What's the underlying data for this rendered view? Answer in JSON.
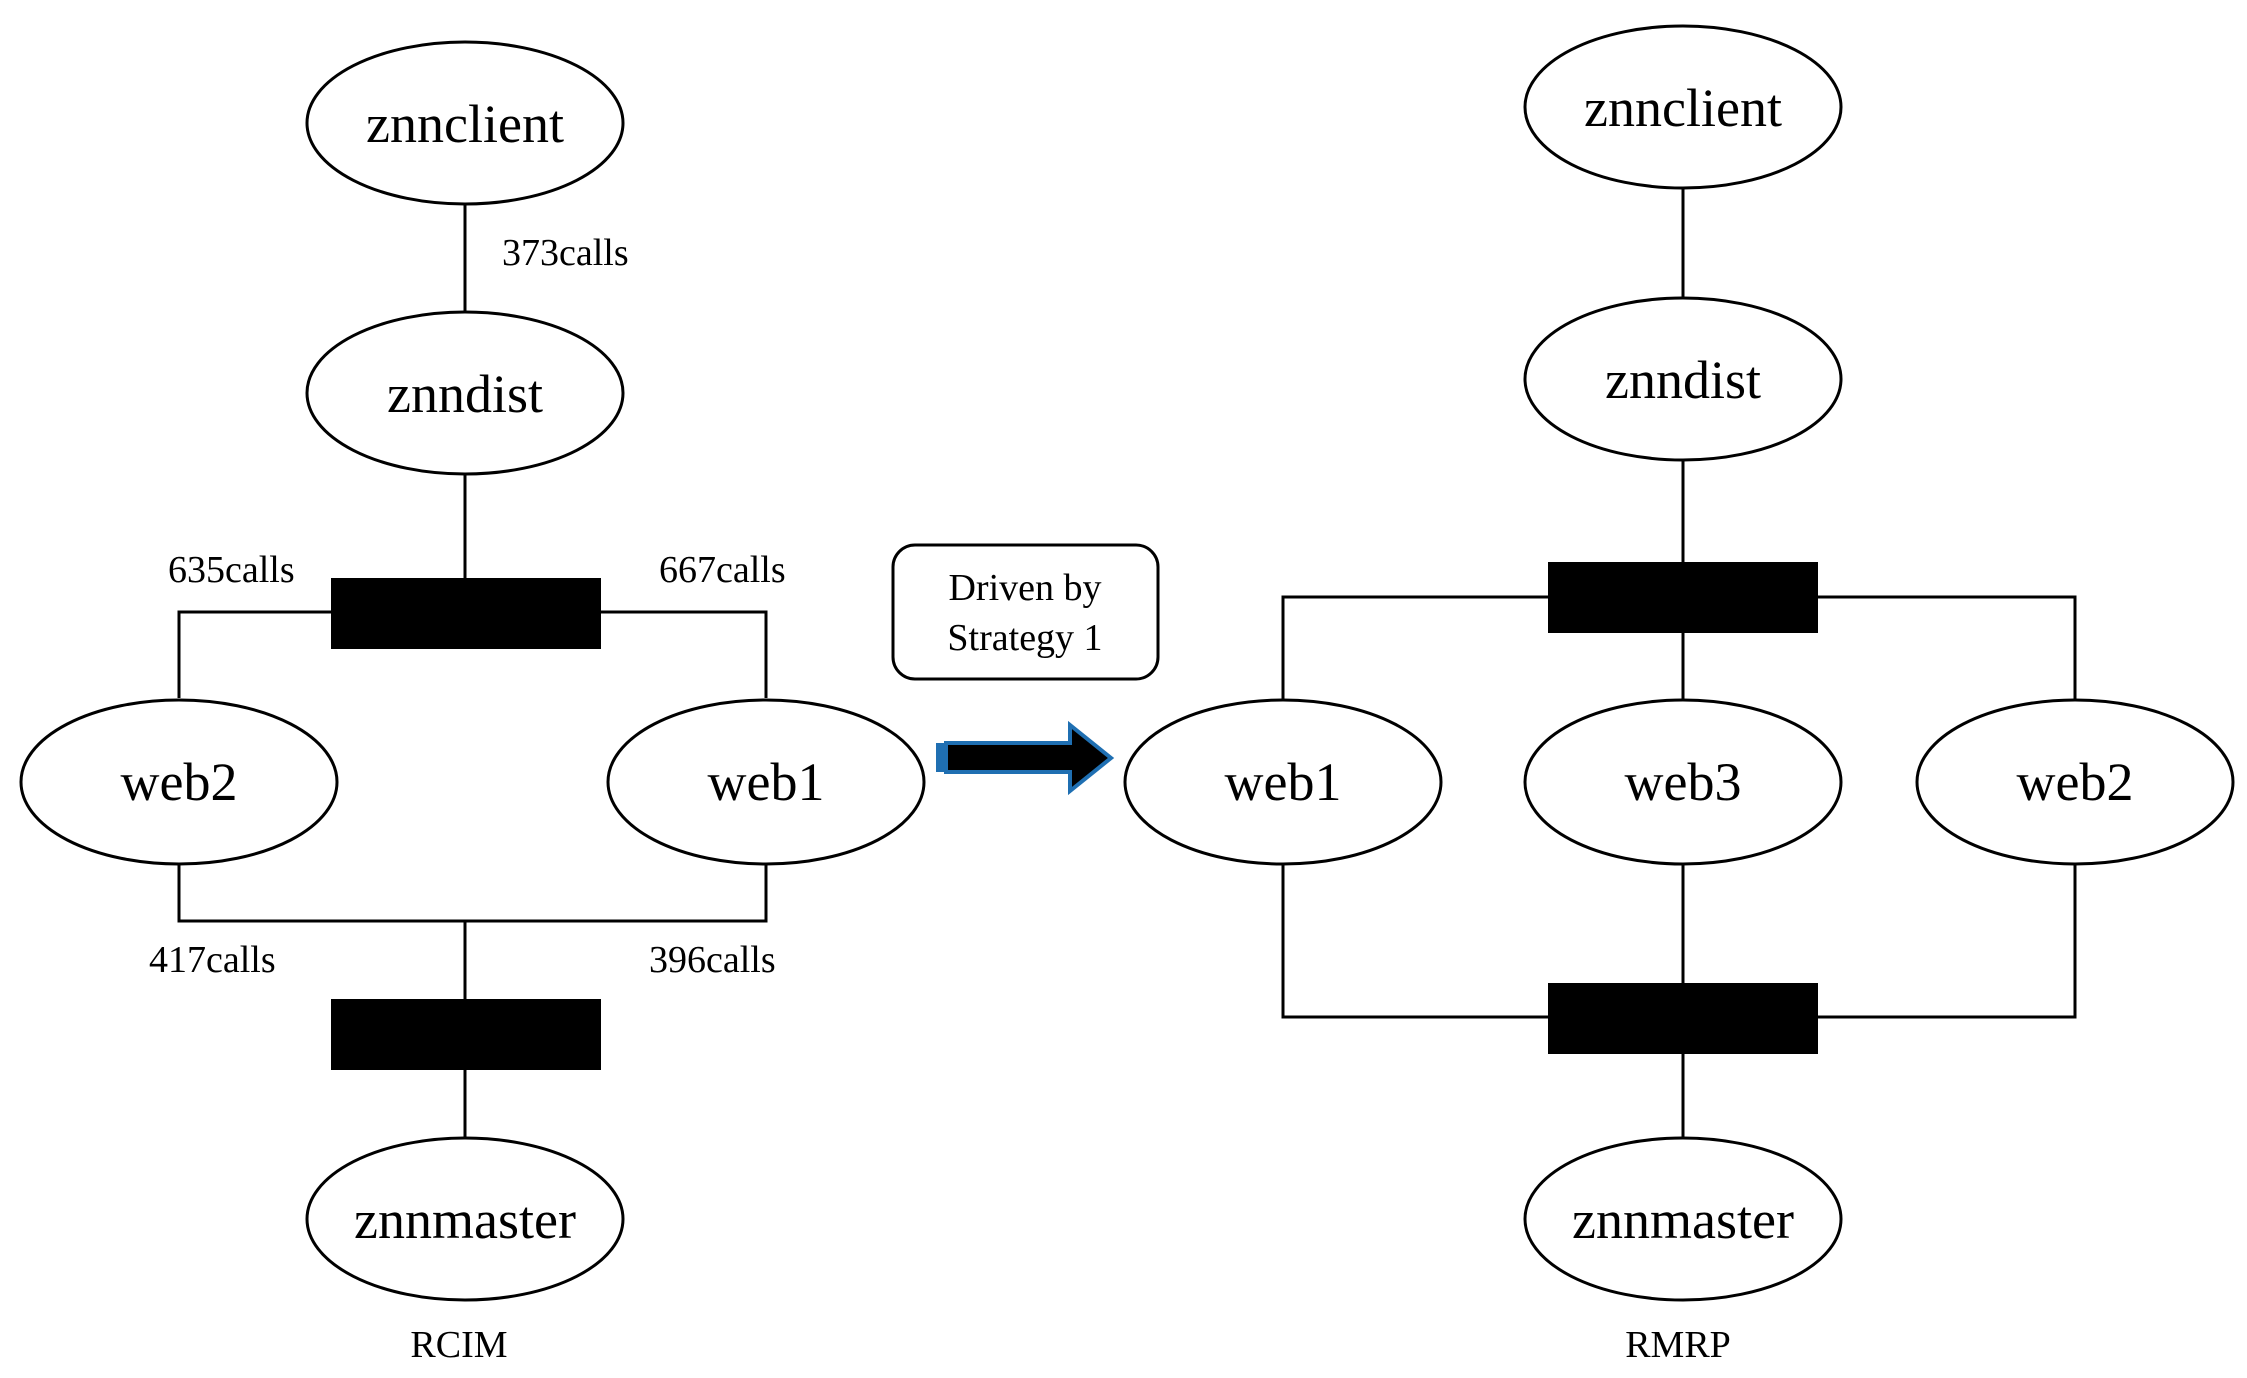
{
  "left_diagram": {
    "caption": "RCIM",
    "nodes": {
      "client": "znnclient",
      "dist": "znndist",
      "web_left": "web2",
      "web_right": "web1",
      "master": "znnmaster"
    },
    "edge_labels": {
      "client_dist": "373calls",
      "dist_web_left": "635calls",
      "dist_web_right": "667calls",
      "web_left_master": "417calls",
      "web_right_master": "396calls"
    }
  },
  "transition": {
    "label_line1": "Driven by",
    "label_line2": "Strategy 1"
  },
  "right_diagram": {
    "caption": "RMRP",
    "nodes": {
      "client": "znnclient",
      "dist": "znndist",
      "web_left": "web1",
      "web_mid": "web3",
      "web_right": "web2",
      "master": "znnmaster"
    }
  },
  "colors": {
    "stroke": "#000000",
    "arrow_outline": "#1f6fb2",
    "background": "#ffffff"
  }
}
